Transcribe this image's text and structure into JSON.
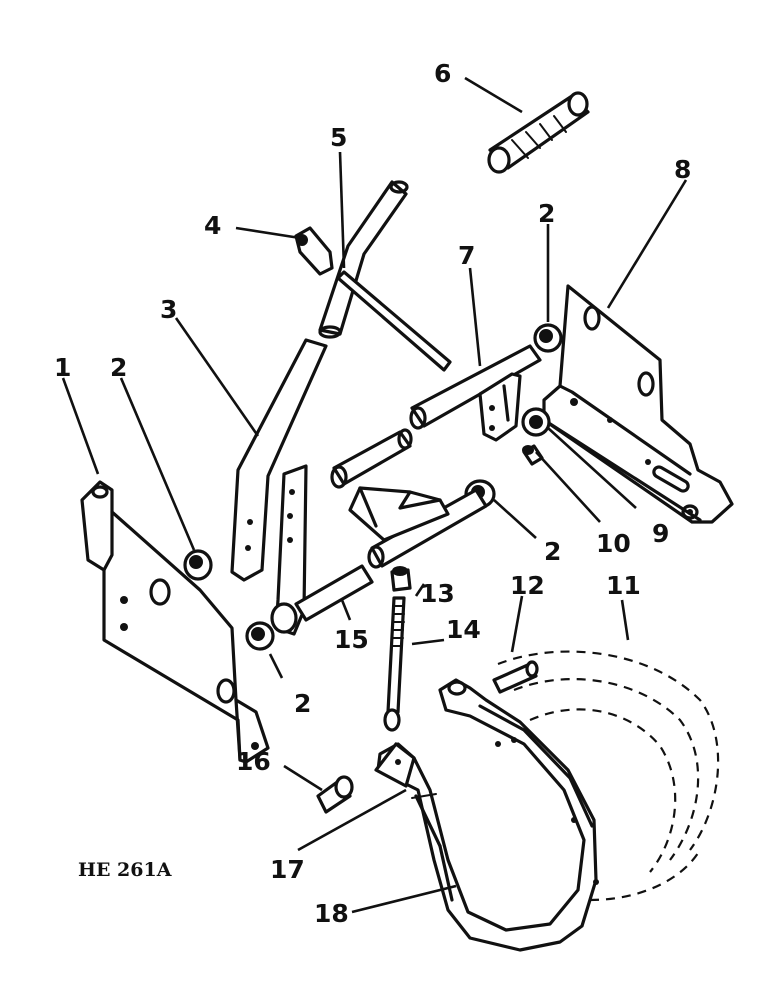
{
  "figure_code": "HE 261A",
  "callouts": {
    "c1": "1",
    "c2a": "2",
    "c2b": "2",
    "c2c": "2",
    "c2d": "2",
    "c3": "3",
    "c4": "4",
    "c5": "5",
    "c6": "6",
    "c7": "7",
    "c8": "8",
    "c9": "9",
    "c10": "10",
    "c11": "11",
    "c12": "12",
    "c13": "13",
    "c14": "14",
    "c15": "15",
    "c16": "16",
    "c17": "17",
    "c18": "18"
  },
  "colors": {
    "ink": "#111111",
    "paper": "#ffffff"
  }
}
